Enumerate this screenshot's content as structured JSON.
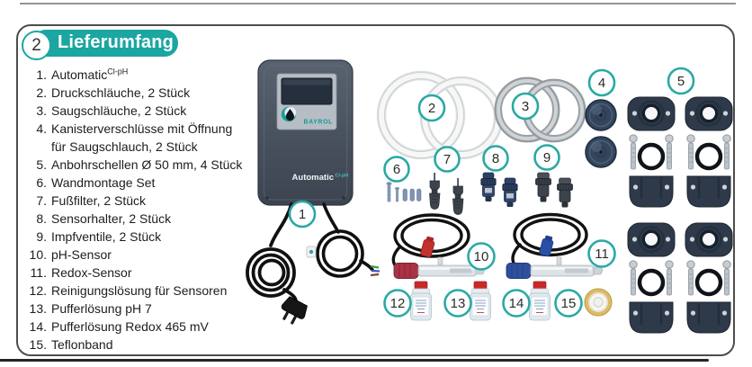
{
  "colors": {
    "teal": "#1ba6a2",
    "callout_ring": "#2aa9a5",
    "box_border": "#4d4d4d",
    "text": "#1d1d1b",
    "device_body": "#46505e"
  },
  "header": {
    "badge_number": "2",
    "title": "Lieferumfang"
  },
  "parts_list": [
    {
      "num": "1.",
      "text": "Automatic",
      "sup": "Cl-pH"
    },
    {
      "num": "2.",
      "text": "Druckschläuche, 2 Stück"
    },
    {
      "num": "3.",
      "text": "Saugschläuche, 2 Stück"
    },
    {
      "num": "4.",
      "text": "Kanisterverschlüsse mit Öffnung",
      "line2": "für Saugschlauch, 2 Stück"
    },
    {
      "num": "5.",
      "text": "Anbohrschellen Ø 50 mm, 4 Stück"
    },
    {
      "num": "6.",
      "text": "Wandmontage Set"
    },
    {
      "num": "7.",
      "text": "Fußfilter, 2 Stück"
    },
    {
      "num": "8.",
      "text": "Sensorhalter, 2 Stück"
    },
    {
      "num": "9.",
      "text": "Impfventile, 2 Stück"
    },
    {
      "num": "10.",
      "text": "pH-Sensor"
    },
    {
      "num": "11.",
      "text": "Redox-Sensor"
    },
    {
      "num": "12.",
      "text": "Reinigungslösung für Sensoren"
    },
    {
      "num": "13.",
      "text": "Pufferlösung pH 7"
    },
    {
      "num": "14.",
      "text": "Pufferlösung Redox 465 mV"
    },
    {
      "num": "15.",
      "text": "Teflonband"
    }
  ],
  "device": {
    "brand": "BAYROL",
    "model": "Automatic",
    "model_sup": "Cl-pH"
  },
  "callouts": [
    "1",
    "2",
    "3",
    "4",
    "5",
    "6",
    "7",
    "8",
    "9",
    "10",
    "11",
    "12",
    "13",
    "14",
    "15"
  ]
}
